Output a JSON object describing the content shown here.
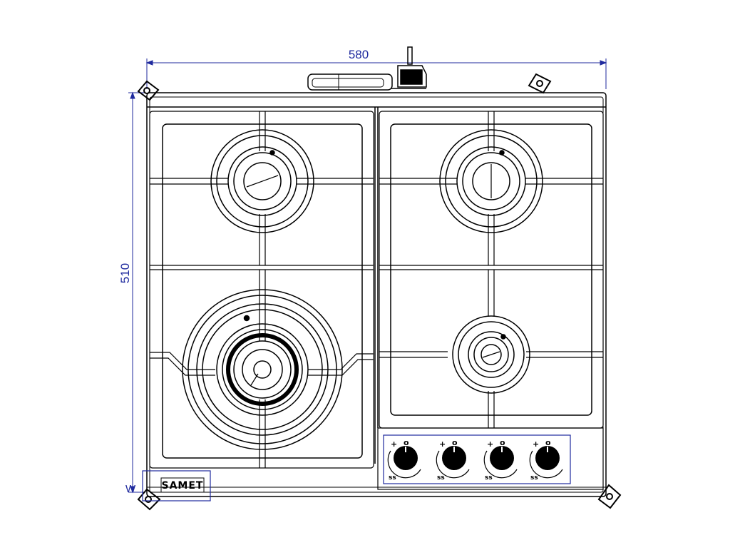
{
  "drawing": {
    "dimensions": {
      "width": "580",
      "height": "510",
      "side_mark": "W"
    },
    "brand": "SAMET",
    "knobs": [
      {
        "id": 1,
        "plus": "+",
        "off": "o",
        "mark": "ss"
      },
      {
        "id": 2,
        "plus": "+",
        "off": "o",
        "mark": "ss"
      },
      {
        "id": 3,
        "plus": "+",
        "off": "o",
        "mark": "ss"
      },
      {
        "id": 4,
        "plus": "+",
        "off": "o",
        "mark": "ss"
      }
    ],
    "colors": {
      "dimension": "#1f2a9e",
      "line": "#000000",
      "background": "#ffffff"
    }
  }
}
